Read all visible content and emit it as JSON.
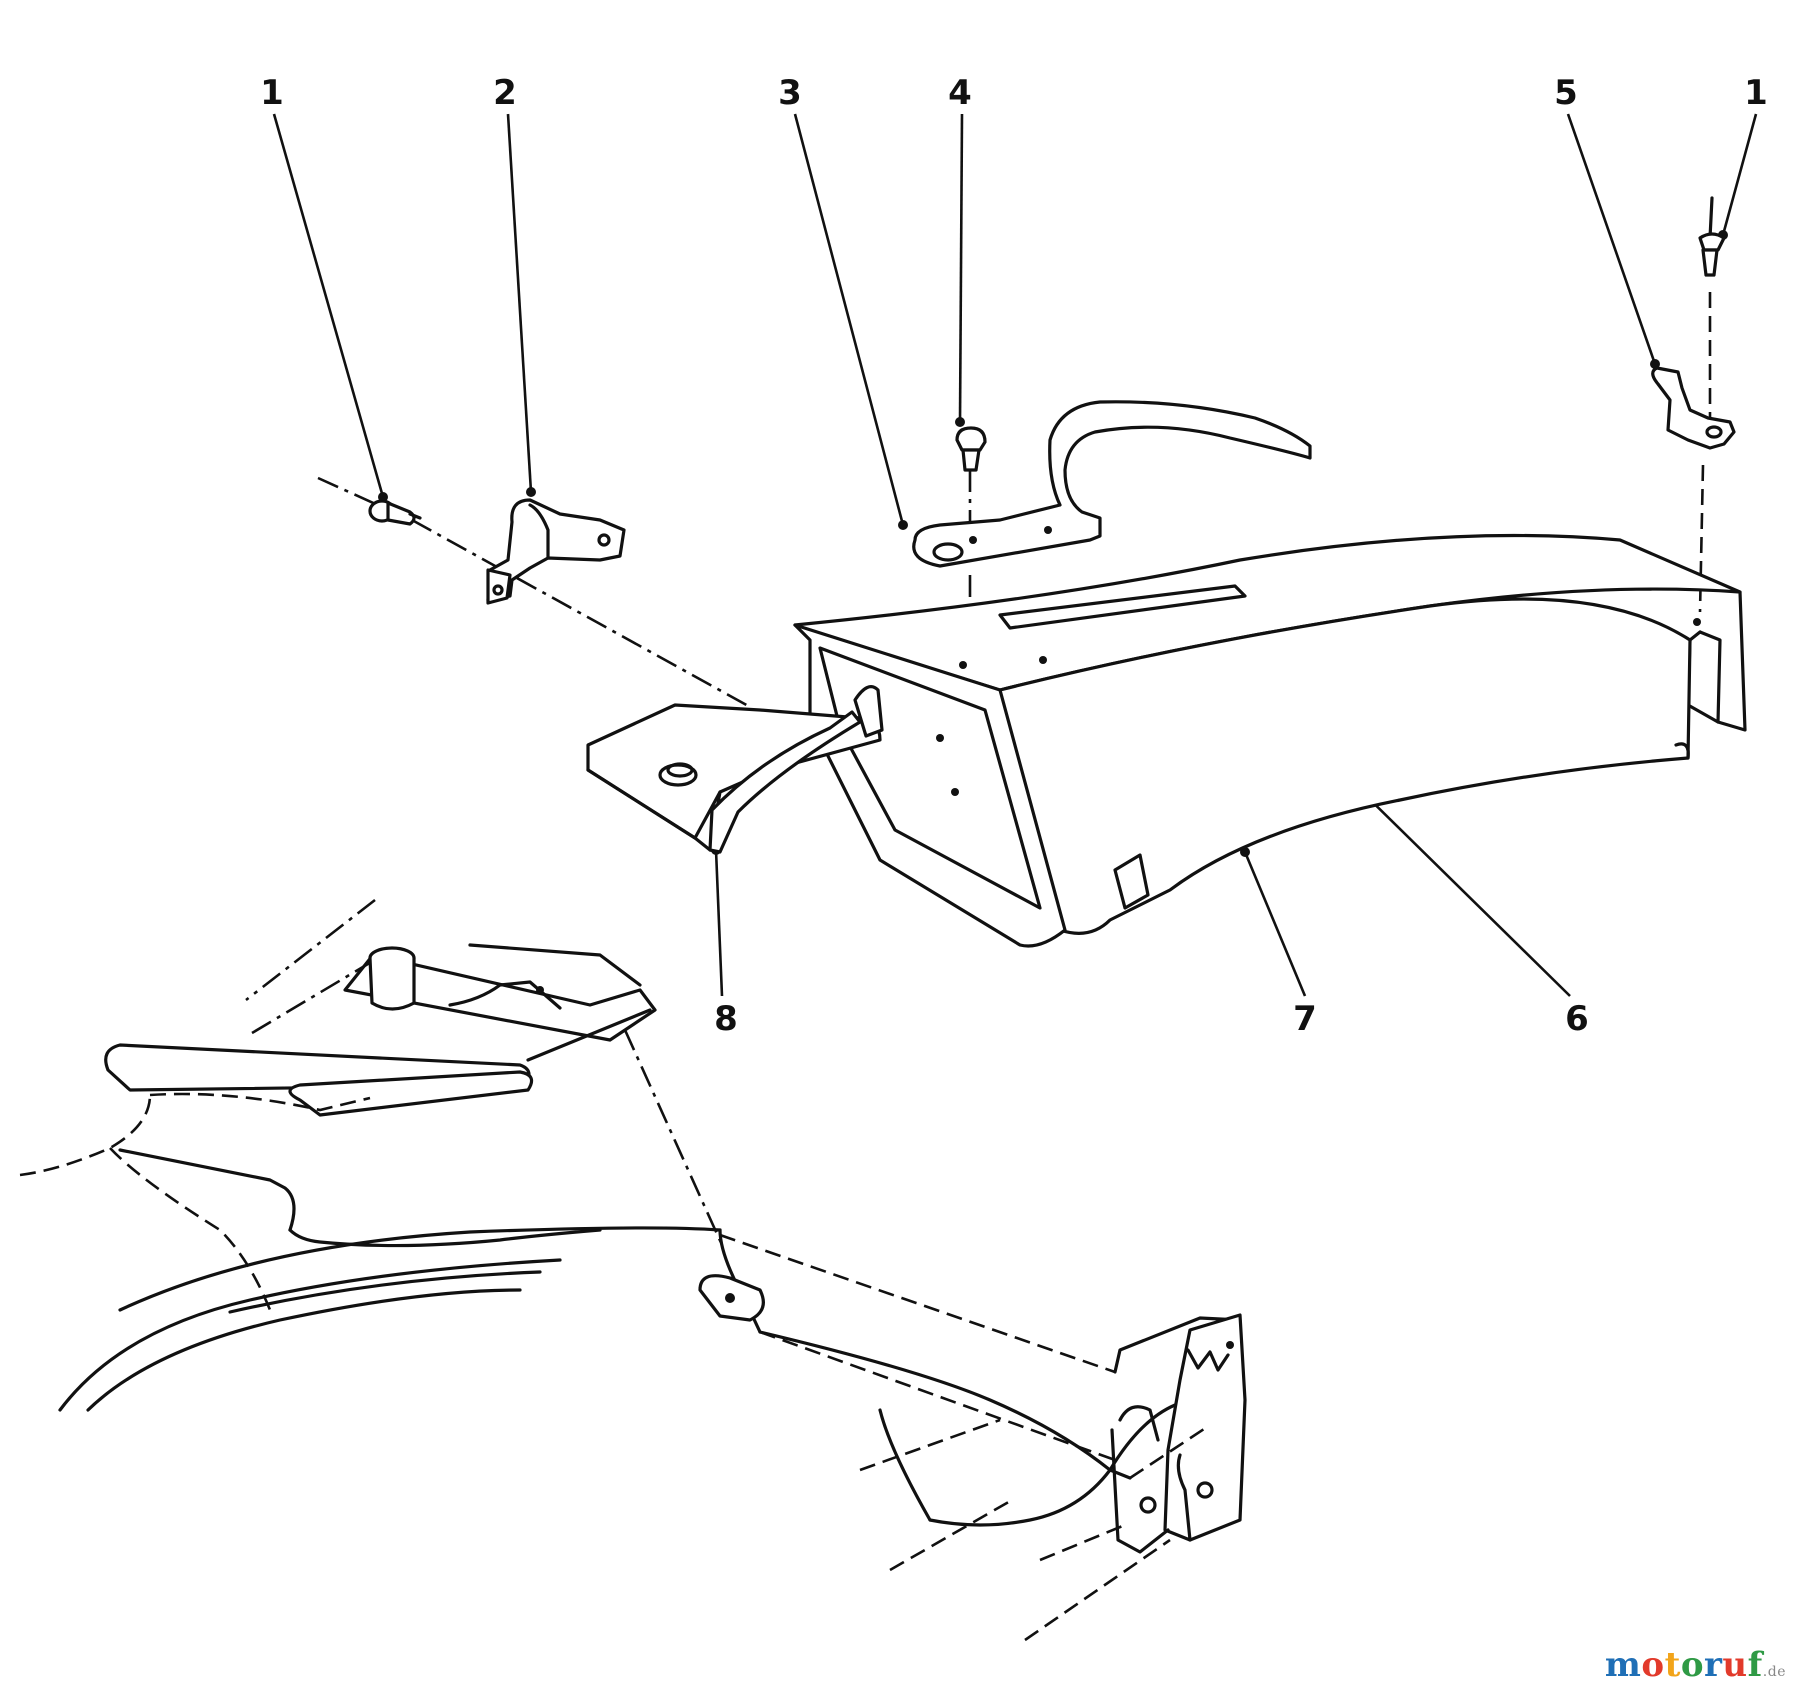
{
  "figure": {
    "callouts": [
      "1",
      "2",
      "3",
      "4",
      "5",
      "1",
      "8",
      "7",
      "6"
    ]
  },
  "watermark": {
    "main": "motoruf",
    "suffix": ".de",
    "colors": [
      "#1f6fb6",
      "#e23a2b",
      "#f2a41a",
      "#2f9a45",
      "#1f6fb6",
      "#e23a2b",
      "#2f9a45"
    ]
  }
}
